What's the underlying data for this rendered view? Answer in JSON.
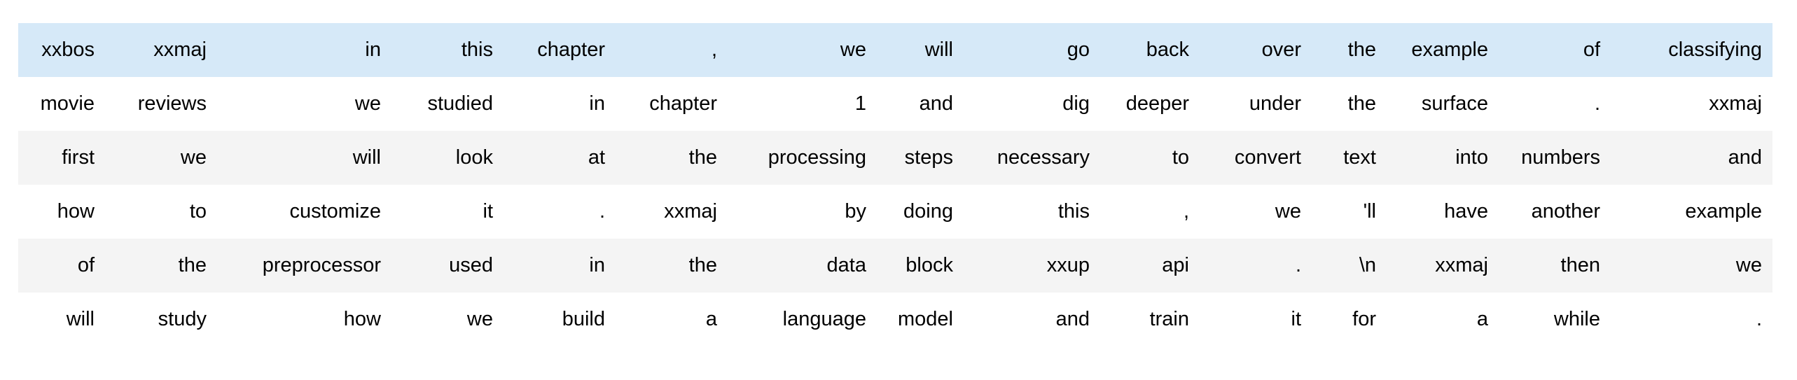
{
  "token_table": {
    "description_label": "tokenized-text-dataframe",
    "highlighted_row_index": 0,
    "colors": {
      "highlight_row_bg": "#d6e9f8",
      "stripe_row_bg": "#f4f4f4",
      "background": "#ffffff",
      "text": "#000000"
    },
    "rows": [
      [
        "xxbos",
        "xxmaj",
        "in",
        "this",
        "chapter",
        ",",
        "we",
        "will",
        "go",
        "back",
        "over",
        "the",
        "example",
        "of",
        "classifying"
      ],
      [
        "movie",
        "reviews",
        "we",
        "studied",
        "in",
        "chapter",
        "1",
        "and",
        "dig",
        "deeper",
        "under",
        "the",
        "surface",
        ".",
        "xxmaj"
      ],
      [
        "first",
        "we",
        "will",
        "look",
        "at",
        "the",
        "processing",
        "steps",
        "necessary",
        "to",
        "convert",
        "text",
        "into",
        "numbers",
        "and"
      ],
      [
        "how",
        "to",
        "customize",
        "it",
        ".",
        "xxmaj",
        "by",
        "doing",
        "this",
        ",",
        "we",
        "'ll",
        "have",
        "another",
        "example"
      ],
      [
        "of",
        "the",
        "preprocessor",
        "used",
        "in",
        "the",
        "data",
        "block",
        "xxup",
        "api",
        ".",
        "\\n",
        "xxmaj",
        "then",
        "we"
      ],
      [
        "will",
        "study",
        "how",
        "we",
        "build",
        "a",
        "language",
        "model",
        "and",
        "train",
        "it",
        "for",
        "a",
        "while",
        "."
      ]
    ]
  }
}
